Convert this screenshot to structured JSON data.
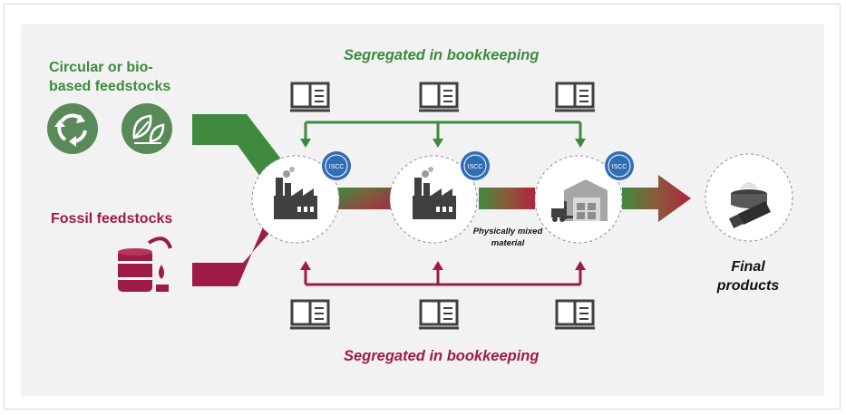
{
  "titles": {
    "top": "Segregated in bookkeeping",
    "bottom": "Segregated in bookkeeping"
  },
  "feedstocks": {
    "circular": "Circular or bio-based feedstocks",
    "fossil": "Fossil feedstocks"
  },
  "mixed_label": "Physically mixed material",
  "final_label": "Final products",
  "icons": {
    "recycle": "recycle-icon",
    "leaf": "leaf-icon",
    "factory": "factory-icon",
    "warehouse": "warehouse-forklift-icon",
    "products": "cosmetic-products-icon",
    "barrel": "oil-barrel-icon",
    "book": "ledger-book-icon",
    "badge": "iscc-badge-icon"
  },
  "badge_text": "ISCC",
  "colors": {
    "green": "#3b8a3e",
    "red": "#9e1b45",
    "dark_icon": "#404040",
    "panel": "#f2f2f2"
  }
}
